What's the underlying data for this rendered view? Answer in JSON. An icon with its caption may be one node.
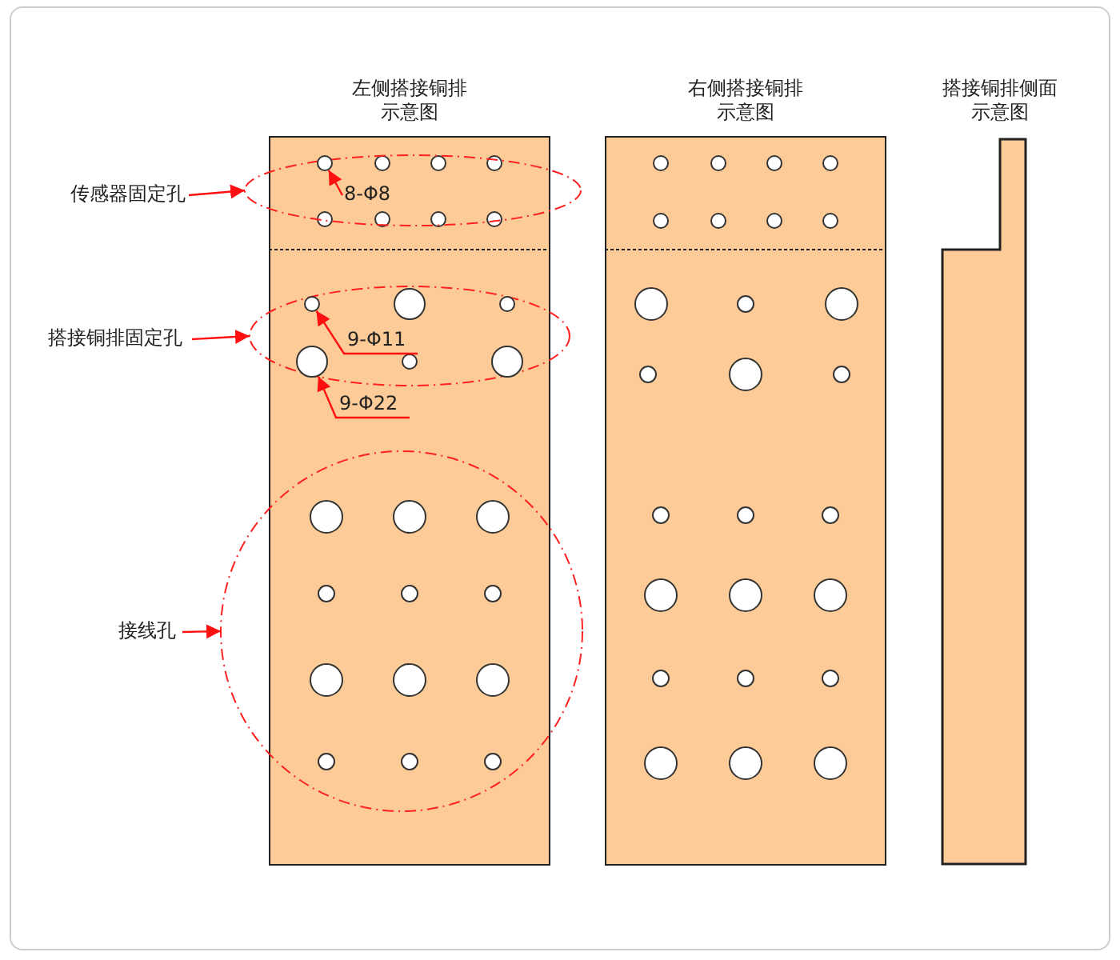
{
  "diagram": {
    "nodes": [
      {
        "text": [
          "左侧搭接铜排示意图"
        ]
      },
      {
        "text": [
          "右侧搭接铜排示意图"
        ]
      },
      {
        "text": [
          "搭接铜排侧面示意图"
        ]
      },
      {
        "text": [
          "传感器固定孔"
        ]
      },
      {
        "text": [],
        "shape": "ellipse"
      },
      {
        "text": [
          "搭接铜排固定孔"
        ]
      },
      {
        "text": [],
        "shape": "ellipse"
      },
      {
        "text": [
          "接线孔"
        ]
      },
      {
        "text": [],
        "shape": "circle"
      },
      {
        "text": [
          "8-Φ8"
        ],
        "in": 4
      },
      {
        "text": [],
        "shape": "circle",
        "in": 4
      },
      {
        "text": [
          "9-Φ11"
        ],
        "in": 6
      },
      {
        "text": [],
        "shape": "circle",
        "in": 6
      },
      {
        "text": [
          "9-Φ22"
        ],
        "in": 0
      },
      {
        "text": [],
        "shape": "circle",
        "in": 6
      },
      {
        "text": [],
        "shape": "circle",
        "in": 6
      },
      {
        "text": [],
        "shape": "circle",
        "in": 6
      },
      {
        "text": [],
        "shape": "circle",
        "in": 6
      },
      {
        "text": [],
        "shape": "circle",
        "in": 6
      }
    ],
    "edges": [
      {
        "from": 3,
        "to": 4,
        "arrow": "to"
      },
      {
        "from": 5,
        "to": 6,
        "arrow": "to"
      },
      {
        "from": 7,
        "to": 8,
        "arrow": "to"
      },
      {
        "from": 9,
        "to": 10,
        "arrow": "to"
      },
      {
        "from": 11,
        "to": 12,
        "arrow": "to"
      },
      {
        "from": 13,
        "to": 14,
        "arrow": "to"
      }
    ]
  }
}
